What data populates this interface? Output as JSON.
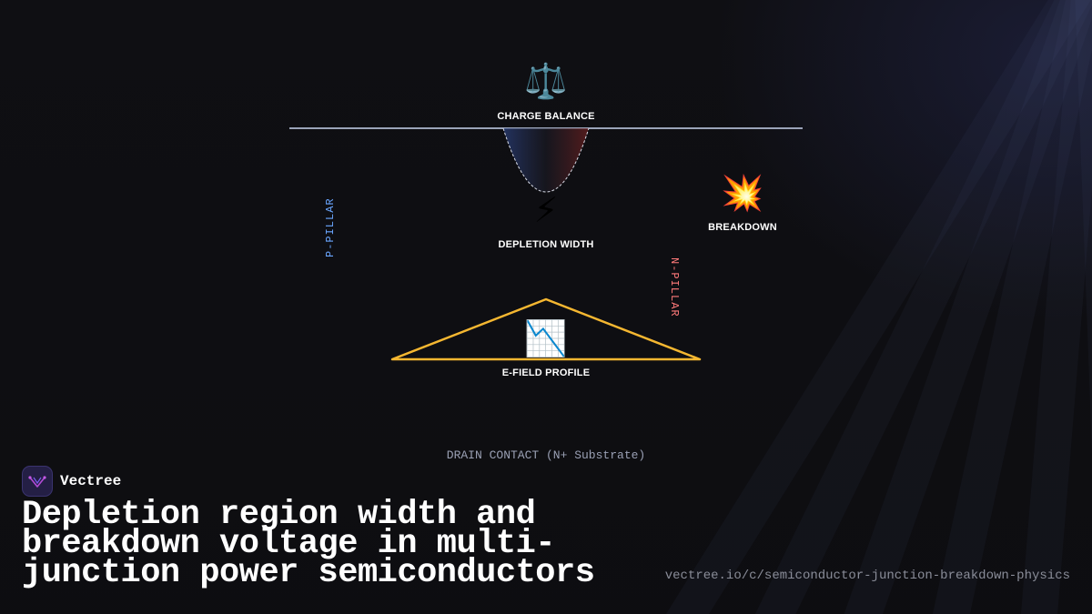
{
  "diagram": {
    "charge_balance": {
      "emoji": "⚖️",
      "label": "CHARGE BALANCE"
    },
    "depletion_width": {
      "emoji": "⚡",
      "label": "DEPLETION WIDTH"
    },
    "breakdown": {
      "emoji": "💥",
      "label": "BREAKDOWN"
    },
    "efield_profile": {
      "emoji": "📉",
      "label": "E-FIELD PROFILE"
    },
    "p_pillar": "P-PILLAR",
    "n_pillar": "N-PILLAR",
    "drain_contact": "DRAIN CONTACT (N+ Substrate)",
    "colors": {
      "p_pillar": "#6aa6ff",
      "n_pillar": "#ff7a7a",
      "efield": "#f5b731",
      "junction_line": "#9aa3b8"
    }
  },
  "brand": {
    "name": "Vectree",
    "icon": "vectree-logo-icon"
  },
  "headline": "Depletion region width and breakdown voltage in multi-junction power semiconductors",
  "url": "vectree.io/c/semiconductor-junction-breakdown-physics"
}
